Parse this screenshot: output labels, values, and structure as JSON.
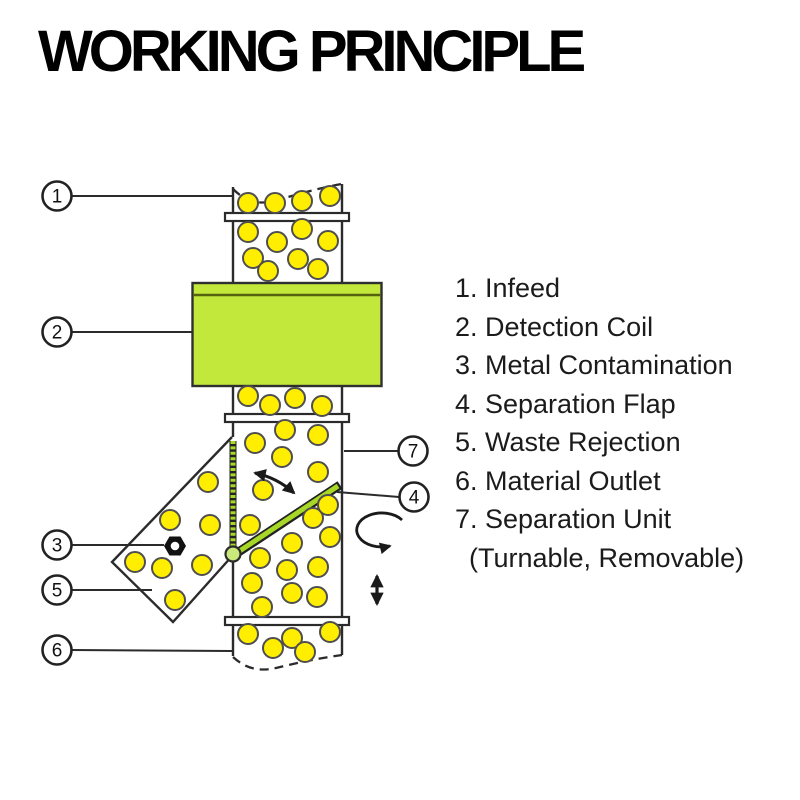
{
  "title": "WORKING PRINCIPLE",
  "legend": {
    "items": [
      {
        "num": "1.",
        "label": "Infeed"
      },
      {
        "num": "2.",
        "label": "Detection Coil"
      },
      {
        "num": "3.",
        "label": "Metal Contamination"
      },
      {
        "num": "4.",
        "label": "Separation Flap"
      },
      {
        "num": "5.",
        "label": "Waste Rejection"
      },
      {
        "num": "6.",
        "label": "Material Outlet"
      },
      {
        "num": "7.",
        "label": "Separation Unit",
        "sublabel": "(Turnable, Removable)"
      }
    ]
  },
  "diagram": {
    "callouts": {
      "c1": "1",
      "c2": "2",
      "c3": "3",
      "c4": "4",
      "c5": "5",
      "c6": "6",
      "c7": "7"
    },
    "colors": {
      "coil": "#c3e83c",
      "coil_divider": "#55630e",
      "flap": "#a8d827",
      "particle": "#ffee00",
      "particle_stroke": "#4f4f4f",
      "pivot": "#c9e97a",
      "outline": "#2b2b2b"
    }
  }
}
